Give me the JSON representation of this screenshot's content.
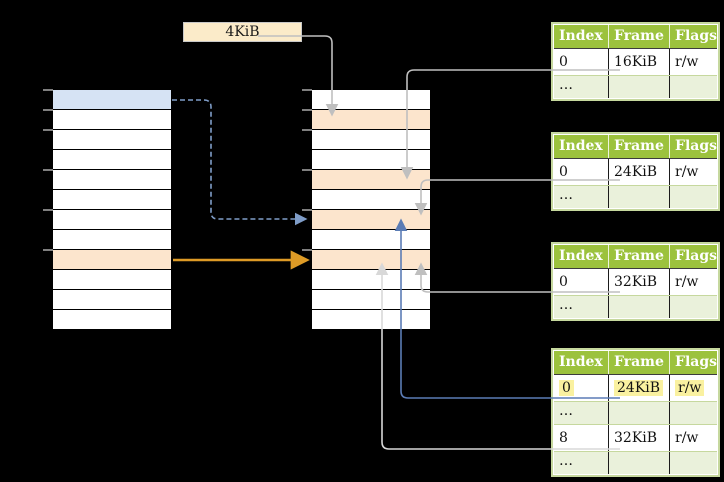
{
  "label_box": {
    "text": "4KiB"
  },
  "left_column": {
    "rows": 12,
    "special_rows": [
      {
        "index": 0,
        "type": "blue"
      },
      {
        "index": 8,
        "type": "orange"
      }
    ],
    "tick_rows": [
      0,
      1,
      2,
      4,
      6,
      8
    ]
  },
  "middle_column": {
    "rows": 12,
    "special_rows": [
      {
        "index": 1,
        "type": "orange"
      },
      {
        "index": 4,
        "type": "orange"
      },
      {
        "index": 6,
        "type": "orange"
      },
      {
        "index": 8,
        "type": "orange"
      }
    ],
    "tick_rows": [
      0,
      1,
      2,
      4,
      6,
      8
    ]
  },
  "tables": [
    {
      "headers": [
        "Index",
        "Frame",
        "Flags"
      ],
      "rows": [
        {
          "cells": [
            "0",
            "16KiB",
            "r/w"
          ],
          "variant": "data",
          "highlight": false
        },
        {
          "cells": [
            "…",
            "",
            ""
          ],
          "variant": "dots",
          "highlight": false
        }
      ]
    },
    {
      "headers": [
        "Index",
        "Frame",
        "Flags"
      ],
      "rows": [
        {
          "cells": [
            "0",
            "24KiB",
            "r/w"
          ],
          "variant": "data",
          "highlight": false
        },
        {
          "cells": [
            "…",
            "",
            ""
          ],
          "variant": "dots",
          "highlight": false
        }
      ]
    },
    {
      "headers": [
        "Index",
        "Frame",
        "Flags"
      ],
      "rows": [
        {
          "cells": [
            "0",
            "32KiB",
            "r/w"
          ],
          "variant": "data",
          "highlight": false
        },
        {
          "cells": [
            "…",
            "",
            ""
          ],
          "variant": "dots",
          "highlight": false
        }
      ]
    },
    {
      "headers": [
        "Index",
        "Frame",
        "Flags"
      ],
      "rows": [
        {
          "cells": [
            "0",
            "24KiB",
            "r/w"
          ],
          "variant": "data",
          "highlight": true
        },
        {
          "cells": [
            "…",
            "",
            ""
          ],
          "variant": "dots",
          "highlight": false
        },
        {
          "cells": [
            "8",
            "32KiB",
            "r/w"
          ],
          "variant": "data",
          "highlight": false
        },
        {
          "cells": [
            "…",
            "",
            ""
          ],
          "variant": "dots",
          "highlight": false
        }
      ]
    }
  ],
  "connectors": {
    "label-to-frame": {
      "color": "gray",
      "dashed": false
    },
    "table1-to-entry": {
      "color": "gray",
      "dashed": false
    },
    "table2-to-entry": {
      "color": "gray",
      "dashed": false
    },
    "table3-to-entry": {
      "color": "gray",
      "dashed": false
    },
    "table4-row0-to-entry": {
      "color": "blue",
      "dashed": false
    },
    "table4-row8-to-entry": {
      "color": "lightgray",
      "dashed": false
    },
    "directory-to-table-dashed": {
      "color": "dashblue",
      "dashed": true
    },
    "directory-to-table-orange": {
      "color": "orange",
      "dashed": false
    }
  },
  "colors": {
    "gray": "#BFBFBF",
    "lightgray": "#D8D8D8",
    "blue": "#5B7CB5",
    "dashblue": "#7F9DC8",
    "orange": "#DE9B26",
    "cell_blue": "#D6E3F4",
    "cell_orange": "#FCE5CD",
    "label_fill": "#FBEBC9",
    "header_green": "#9CC23D",
    "dots_green": "#EAF1DB",
    "table_frame": "#C6D89E",
    "highlight_yellow": "#FAF1A0",
    "tick_gray": "#7F7F7F"
  }
}
